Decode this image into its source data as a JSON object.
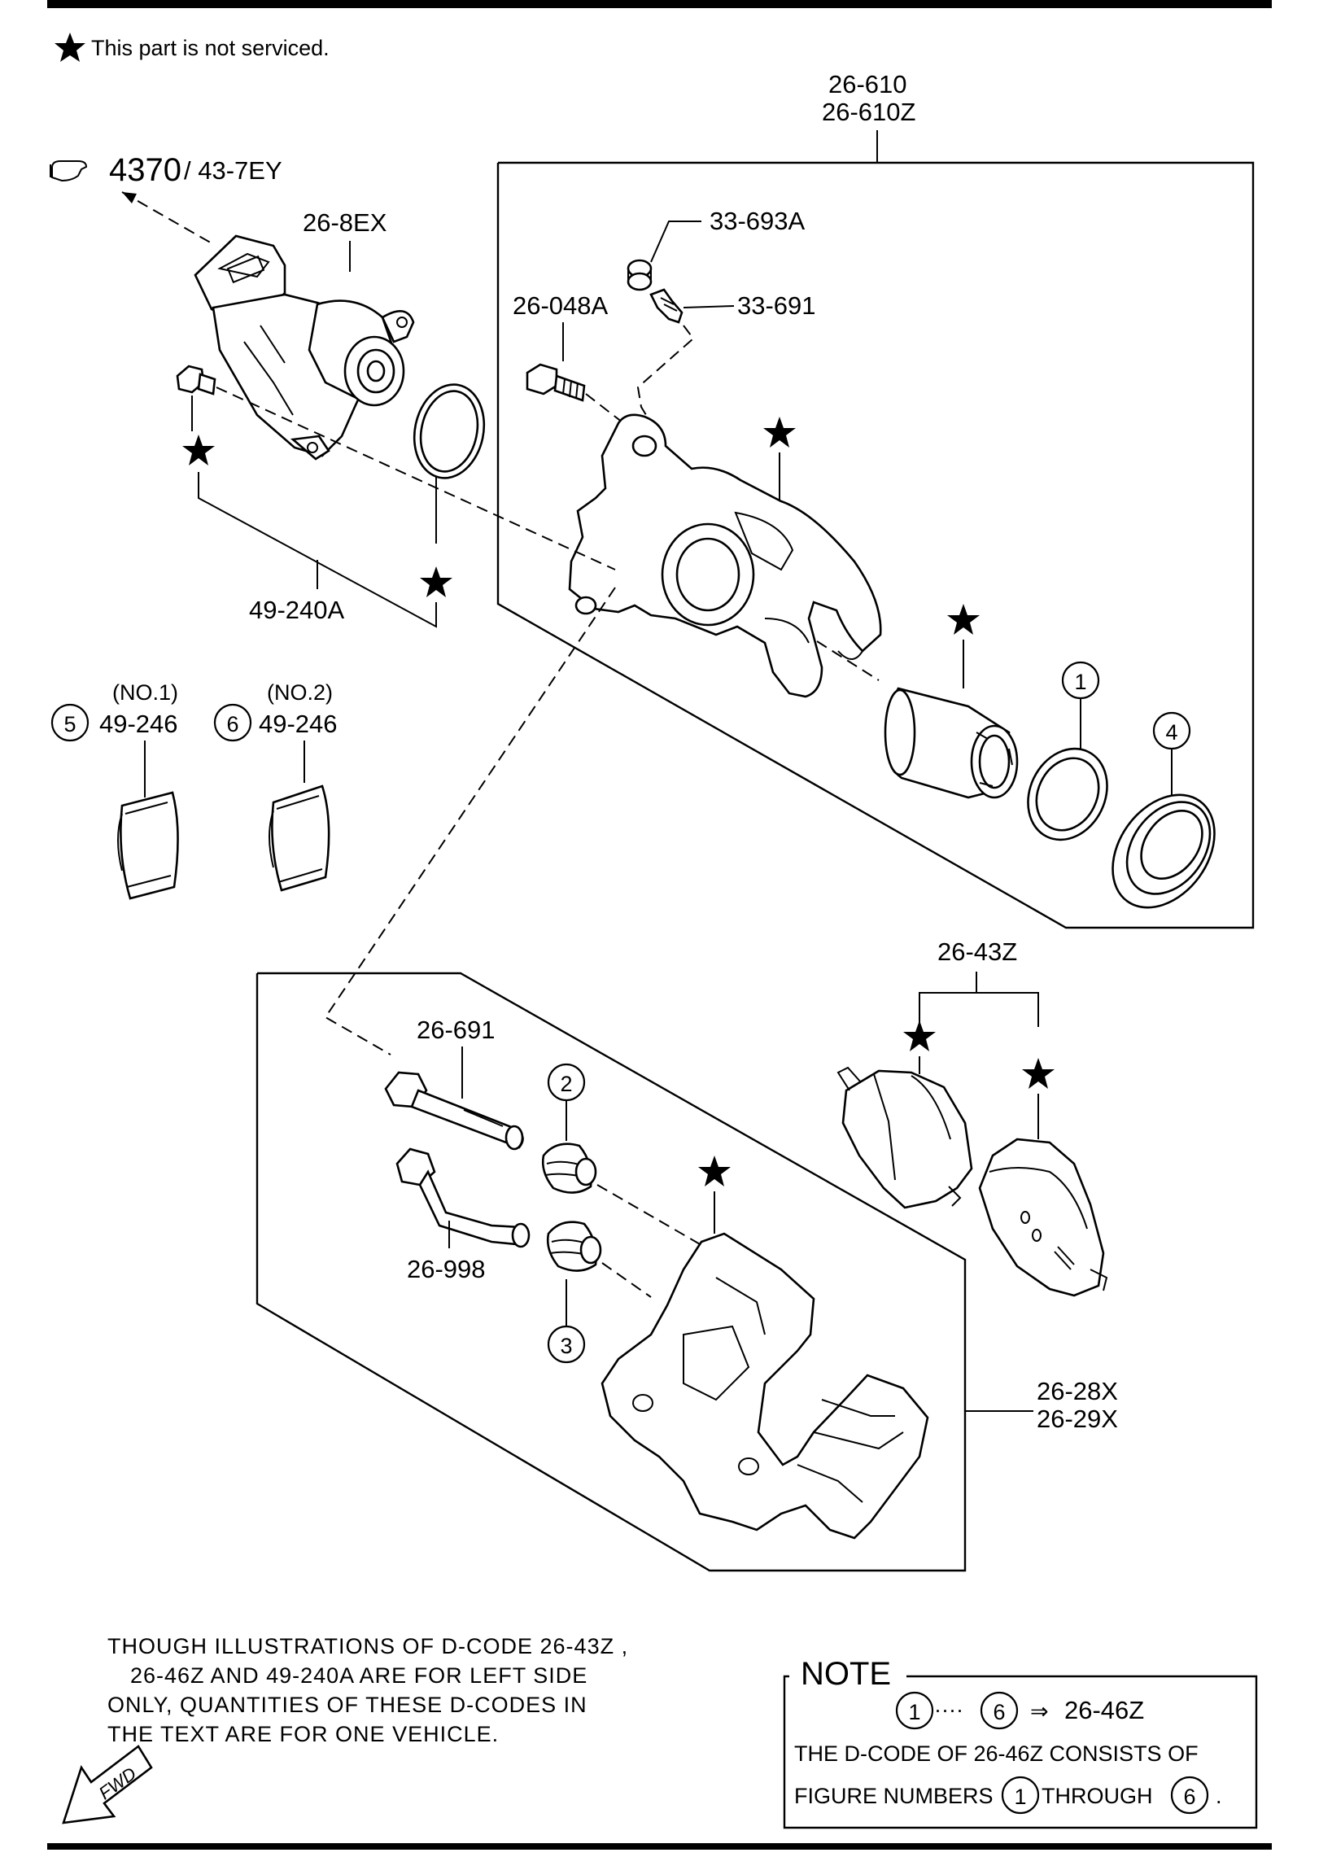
{
  "legend": {
    "star_note": "This part is not serviced."
  },
  "reference": {
    "major": "4370",
    "minor": "/ 43-7EY"
  },
  "labels": {
    "p26_610": "26-610",
    "p26_610z": "26-610Z",
    "p33_693a": "33-693A",
    "p26_8ex": "26-8EX",
    "p26_048a": "26-048A",
    "p33_691": "33-691",
    "p49_240a": "49-240A",
    "no1": "(NO.1)",
    "no2": "(NO.2)",
    "p49_246_a": "49-246",
    "p49_246_b": "49-246",
    "p26_43z": "26-43Z",
    "p26_691": "26-691",
    "p26_998": "26-998",
    "p26_28x": "26-28X",
    "p26_29x": "26-29X"
  },
  "figure_numbers": {
    "n1": "1",
    "n2": "2",
    "n3": "3",
    "n4": "4",
    "n5": "5",
    "n6": "6"
  },
  "footnote": {
    "line1": "THOUGH ILLUSTRATIONS OF D-CODE  26-43Z ,",
    "line2": "26-46Z  AND 49-240A  ARE FOR LEFT SIDE",
    "line3": "ONLY, QUANTITIES OF THESE D-CODES IN",
    "line4": "THE TEXT ARE FOR ONE VEHICLE."
  },
  "note_box": {
    "title": "NOTE",
    "range_from": "1",
    "range_dots": "····",
    "range_to": "6",
    "arrow": "⇒",
    "range_code": "26-46Z",
    "line2": "THE D-CODE OF  26-46Z  CONSISTS OF",
    "line3_a": "FIGURE NUMBERS",
    "line3_n1": "1",
    "line3_b": "THROUGH",
    "line3_n6": "6",
    "line3_c": "."
  },
  "fwd": "FWD"
}
